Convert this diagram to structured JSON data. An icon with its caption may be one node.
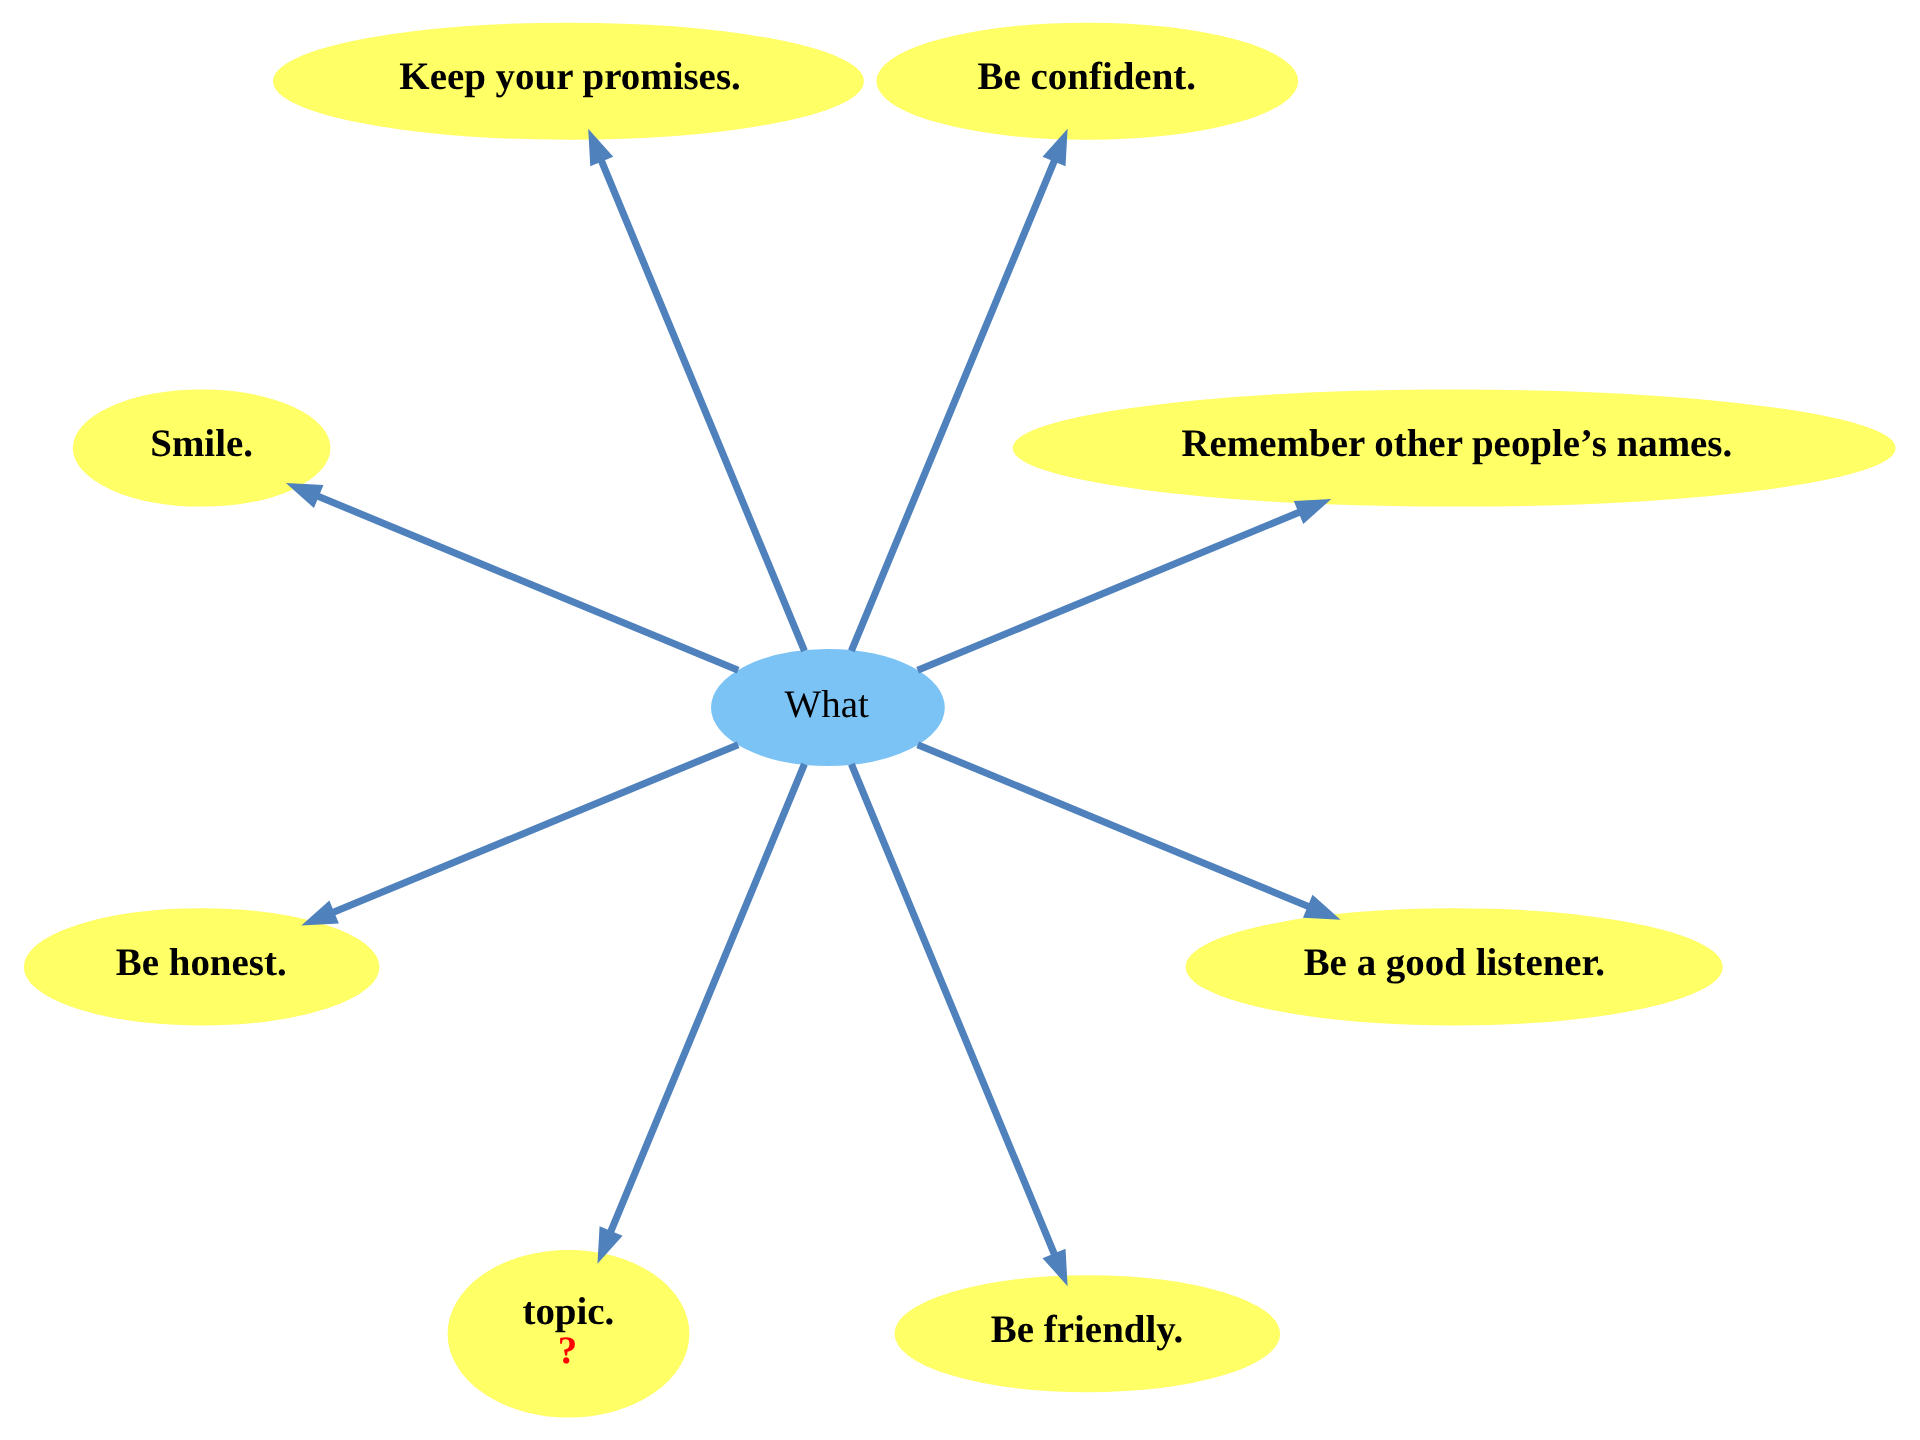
{
  "diagram": {
    "nodes": [
      {
        "text": [
          "What"
        ]
      },
      {
        "text": [
          "Remember other people’s names."
        ]
      },
      {
        "text": [
          "Be confident."
        ]
      },
      {
        "text": [
          "Keep your promises."
        ]
      },
      {
        "text": [
          "Smile."
        ]
      },
      {
        "text": [
          "Be honest."
        ]
      },
      {
        "text": [
          "topic.",
          "?"
        ]
      },
      {
        "text": [
          "Be friendly."
        ]
      },
      {
        "text": [
          "Be a good listener."
        ]
      }
    ],
    "edges": [
      {
        "from": 0,
        "to": 1,
        "arrow": "to"
      },
      {
        "from": 0,
        "to": 2,
        "arrow": "to"
      },
      {
        "from": 0,
        "to": 3,
        "arrow": "to"
      },
      {
        "from": 0,
        "to": 4,
        "arrow": "to"
      },
      {
        "from": 0,
        "to": 5,
        "arrow": "to"
      },
      {
        "from": 0,
        "to": 6,
        "arrow": "to"
      },
      {
        "from": 0,
        "to": 7,
        "arrow": "to"
      },
      {
        "from": 0,
        "to": 8,
        "arrow": "to"
      }
    ]
  }
}
